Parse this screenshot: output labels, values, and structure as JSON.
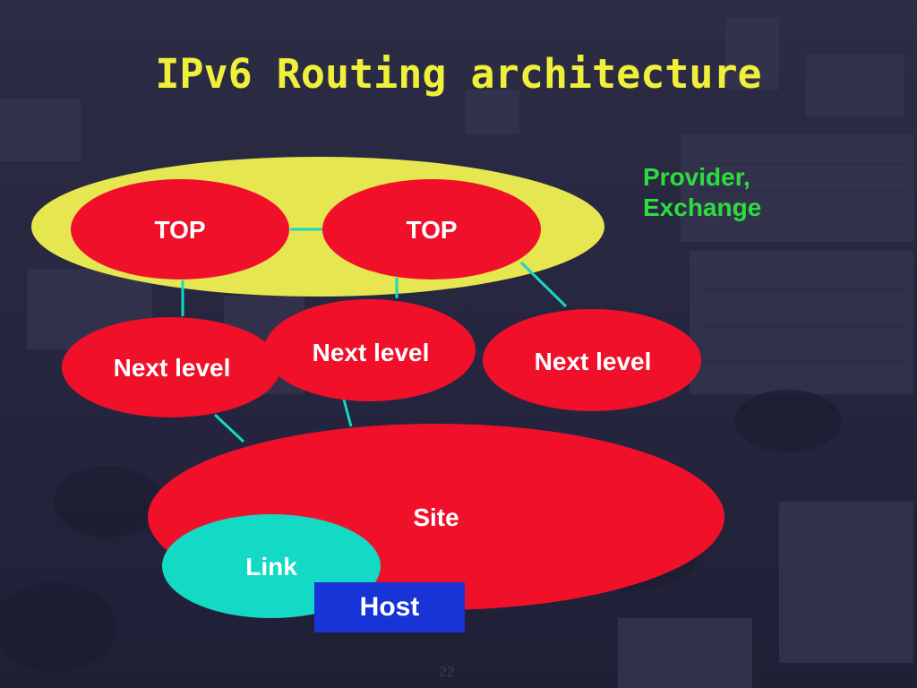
{
  "title": "IPv6 Routing architecture",
  "provider_label": [
    "Provider,",
    "Exchange"
  ],
  "nodes": {
    "top_left": "TOP",
    "top_right": "TOP",
    "next_left": "Next level",
    "next_middle": "Next level",
    "next_right": "Next level",
    "site": "Site",
    "link": "Link",
    "host": "Host"
  },
  "page_number": "22",
  "colors": {
    "background": "#22223a",
    "title": "#f0f03a",
    "provider_region": "#e6e650",
    "node_red": "#f0102a",
    "link_cyan": "#14d9c4",
    "host_blue": "#1833d6",
    "connector": "#14d9c4",
    "provider_text": "#2bde3d"
  }
}
